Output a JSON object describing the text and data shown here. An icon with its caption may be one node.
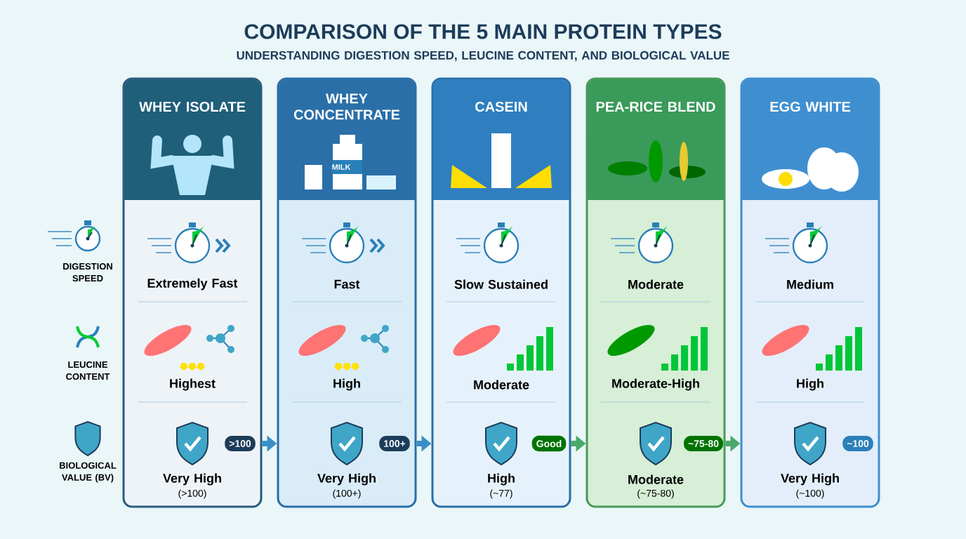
{
  "diagram": {
    "title": "COMPARISON OF THE 5 MAIN PROTEIN TYPES",
    "nodes": [
      {
        "text": [
          "WHEY ISOLATE",
          "Extremely Fast",
          "Highest",
          "Very High",
          "(>100)"
        ]
      },
      {
        "text": [
          "WHEY CONCENTRATE",
          "Fast",
          "High",
          "Very High",
          "(100+)"
        ]
      },
      {
        "text": [
          "CASEIN",
          "Slow Sustained",
          "Moderate",
          "High",
          "(~77)"
        ]
      },
      {
        "text": [
          "PEA-RICE BLEND",
          "Moderate",
          "Moderate-High",
          "Moderate",
          "(~75-80)"
        ]
      },
      {
        "text": [
          "EGG WHITE",
          "Medium",
          "High",
          "Very High",
          "(~100)",
          "~100"
        ]
      }
    ],
    "edges": [
      {
        "from": 0,
        "to": 1,
        "arrow": "to",
        "label": ">100"
      },
      {
        "from": 1,
        "to": 2,
        "arrow": "to",
        "label": "100+"
      },
      {
        "from": 2,
        "to": 3,
        "arrow": "to",
        "label": "Good",
        "color": "#4aa86a"
      },
      {
        "from": 3,
        "to": 4,
        "arrow": "to",
        "label": "~75-80",
        "color": "#4aa86a"
      }
    ],
    "labels": [
      "UNDERSTANDING DIGESTION SPEED, LEUCINE CONTENT, AND BIOLOGICAL VALUE",
      "MILK",
      "DIGESTION SPEED",
      "LEUCINE CONTENT",
      "BIOLOGICAL VALUE (BV)"
    ]
  }
}
